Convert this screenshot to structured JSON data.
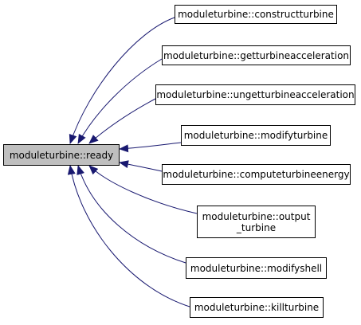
{
  "graph": {
    "center": {
      "label": "moduleturbine::ready"
    },
    "callers": [
      {
        "lines": [
          "moduleturbine::constructturbine"
        ]
      },
      {
        "lines": [
          "moduleturbine::getturbineacceleration"
        ]
      },
      {
        "lines": [
          "moduleturbine::ungetturbineacceleration"
        ]
      },
      {
        "lines": [
          "moduleturbine::modifyturbine"
        ]
      },
      {
        "lines": [
          "moduleturbine::computeturbineenergy"
        ]
      },
      {
        "lines": [
          "moduleturbine::output",
          "_turbine"
        ]
      },
      {
        "lines": [
          "moduleturbine::modifyshell"
        ]
      },
      {
        "lines": [
          "moduleturbine::killturbine"
        ]
      }
    ]
  },
  "colors": {
    "edge": "#191970",
    "center_fill": "#bfbfbf",
    "node_fill": "#ffffff",
    "border": "#000000"
  }
}
